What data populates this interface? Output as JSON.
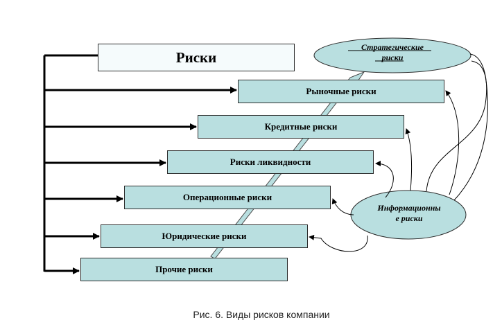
{
  "title": "Риски",
  "risk_boxes": [
    "Рыночные риски",
    "Кредитные риски",
    "Риски ликвидности",
    "Операционные риски",
    "Юридические риски",
    "Прочие риски"
  ],
  "strategic_label": "Стратегические риски",
  "strategic_line1": "Стратегические",
  "strategic_line2": "риски",
  "info_line1": "Информационны",
  "info_line2": "е риски",
  "caption": "Рис. 6. Виды рисков компании",
  "colors": {
    "box_fill": "#b9dfe0",
    "title_fill": "#f5fbfc",
    "ellipse_fill": "#b9dfe0",
    "arrow_band": "#b9dfe0"
  }
}
